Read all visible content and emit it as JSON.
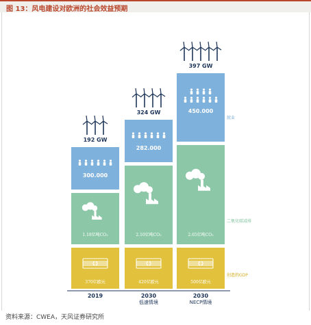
{
  "header": {
    "title": "图 13：风电建设对欧洲的社会效益预期"
  },
  "footer": {
    "source": "资料来源：CWEA，天风证券研究所"
  },
  "colors": {
    "accent": "#b9472d",
    "jobs": "#7eb1dc",
    "co2": "#8cc8a8",
    "gdp": "#e2c23d",
    "text": "#1d3558"
  },
  "chart_data": {
    "type": "bar",
    "stacked": true,
    "categories": [
      "2019",
      "2030",
      "2030"
    ],
    "category_sublabels": [
      "",
      "低速情境",
      "NECP情境"
    ],
    "capacity_labels": [
      "192 GW",
      "324 GW",
      "397 GW"
    ],
    "capacity_gw": [
      192,
      324,
      397
    ],
    "turbine_icons": [
      3,
      4,
      5
    ],
    "series": [
      {
        "name": "创造的GDP",
        "color": "#e2c23d",
        "labels": [
          "370亿欧元",
          "420亿欧元",
          "500亿欧元"
        ],
        "values": [
          370,
          420,
          500
        ]
      },
      {
        "name": "二氧化碳减排",
        "color": "#8cc8a8",
        "labels": [
          "1.18亿吨CO₂",
          "2.10亿吨CO₂",
          "2.65亿吨CO₂"
        ],
        "values": [
          1.18,
          2.1,
          2.65
        ]
      },
      {
        "name": "就业",
        "color": "#7eb1dc",
        "labels": [
          "300.000",
          "282.000",
          "450.000"
        ],
        "values": [
          300000,
          282000,
          450000
        ]
      }
    ]
  }
}
